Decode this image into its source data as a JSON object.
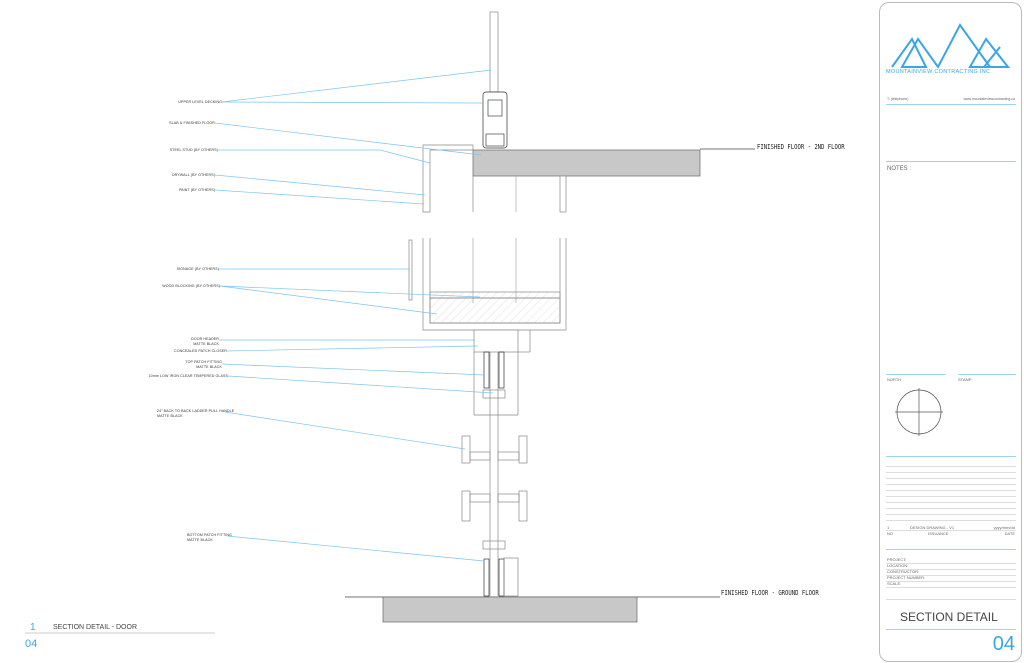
{
  "labels": {
    "upper_level": "UPPER LEVEL DECKING",
    "slab": "SLAB & FINISHED FLOOR",
    "steel_stud": "STEEL STUD (BY OTHERS)",
    "drywall": "DRYWALL (BY OTHERS)",
    "paint": "PAINT (BY OTHERS)",
    "signage": "SIGNAGE (BY OTHERS)",
    "wood_blocking": "WOOD BLOCKING (BY OTHERS)",
    "door_header_1": "DOOR HEADER",
    "door_header_2": "MATTE BLACK",
    "concealed_closer": "CONCEALED PATCH CLOSER",
    "top_patch_1": "TOP PATCH FITTING",
    "top_patch_2": "MATTE BLACK",
    "glass": "10mm LOW IRON CLEAR TEMPERED GLASS",
    "handle_1": "24\" BACK TO BACK LADDER PULL HANDLE",
    "handle_2": "MATTE BLACK",
    "bottom_patch_1": "BOTTOM PATCH FITTING",
    "bottom_patch_2": "MATTE BLACK"
  },
  "levels": {
    "second_floor": "FINISHED FLOOR - 2ND FLOOR",
    "ground_floor": "FINISHED FLOOR - GROUND FLOOR"
  },
  "detail": {
    "number": "1",
    "title": "SECTION DETAIL - DOOR",
    "sheet": "04"
  },
  "title_block": {
    "company": "MOUNTAINVIEW CONTRACTING INC",
    "phone": "T: (telephone)",
    "website": "www.mountainviewcontracting.ca",
    "notes_label": "NOTES :",
    "north_label": "NORTH",
    "stamp_label": "STAMP",
    "issue_no": "1",
    "issue_desc": "DESIGN DRAWING - V1",
    "issue_date": "yyyy/mm/dd",
    "col_no": "NO",
    "col_issuance": "ISSUANCE",
    "col_date": "DATE",
    "project": "PROJECT:",
    "location": "LOCATION:",
    "constructor": "CONSTRUCTOR:",
    "project_number": "PROJECT NUMBER:",
    "scale": "SCALE:",
    "sheet_title": "SECTION DETAIL",
    "sheet_number": "04"
  },
  "colors": {
    "accent": "#3aa6e6",
    "slab": "#c8c8c8",
    "leader": "#7cc4ee"
  }
}
